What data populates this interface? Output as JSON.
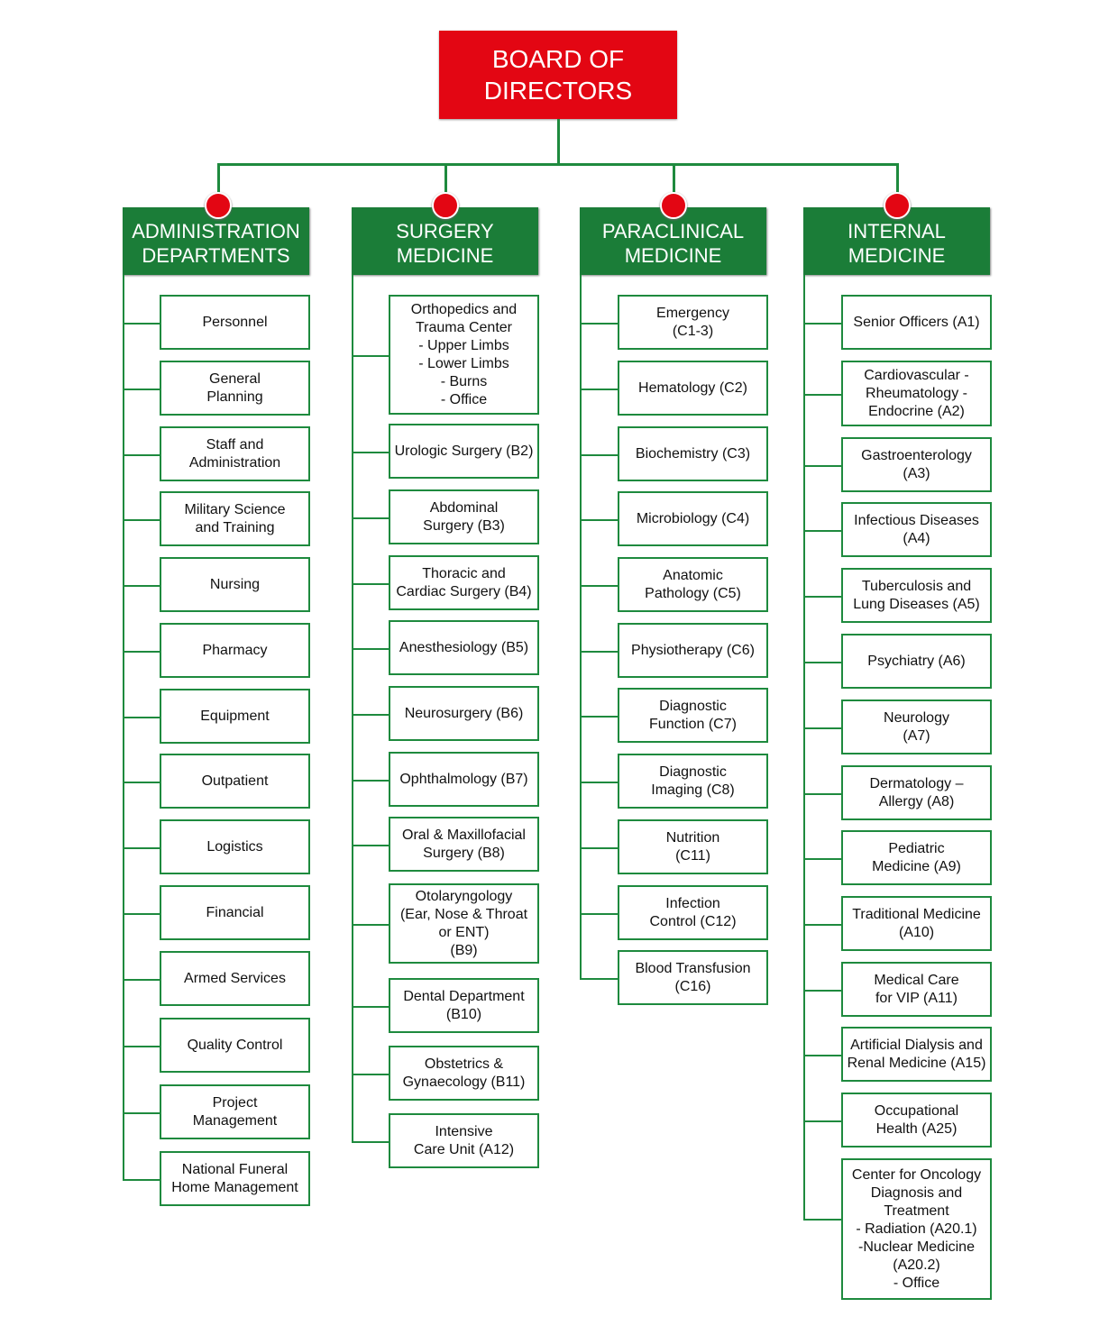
{
  "board": "BOARD OF\nDIRECTORS",
  "colors": {
    "board": "#e30613",
    "header": "#1b7d38",
    "line": "#1e8a3e"
  },
  "columns": [
    {
      "title": "ADMINISTRATION\nDEPARTMENTS",
      "items": [
        "Personnel",
        "General\nPlanning",
        "Staff and\nAdministration",
        "Military Science\nand Training",
        "Nursing",
        "Pharmacy",
        "Equipment",
        "Outpatient",
        "Logistics",
        "Financial",
        "Armed Services",
        "Quality Control",
        "Project\nManagement",
        "National Funeral\nHome Management"
      ]
    },
    {
      "title": "SURGERY\nMEDICINE",
      "items": [
        "Orthopedics and\nTrauma Center\n- Upper Limbs\n- Lower Limbs\n- Burns\n- Office",
        "Urologic Surgery (B2)",
        "Abdominal\nSurgery (B3)",
        "Thoracic and\nCardiac Surgery (B4)",
        "Anesthesiology (B5)",
        "Neurosurgery (B6)",
        "Ophthalmology (B7)",
        "Oral & Maxillofacial\nSurgery (B8)",
        "Otolaryngology\n(Ear, Nose & Throat\nor ENT)\n(B9)",
        "Dental Department\n(B10)",
        "Obstetrics &\nGynaecology (B11)",
        "Intensive\nCare Unit (A12)"
      ]
    },
    {
      "title": "PARACLINICAL\nMEDICINE",
      "items": [
        "Emergency\n(C1-3)",
        "Hematology (C2)",
        "Biochemistry (C3)",
        "Microbiology (C4)",
        "Anatomic\nPathology (C5)",
        "Physiotherapy (C6)",
        "Diagnostic\nFunction (C7)",
        "Diagnostic\nImaging (C8)",
        "Nutrition\n(C11)",
        "Infection\nControl (C12)",
        "Blood Transfusion\n(C16)"
      ]
    },
    {
      "title": "INTERNAL\nMEDICINE",
      "items": [
        "Senior Officers (A1)",
        "Cardiovascular -\nRheumatology -\nEndocrine (A2)",
        "Gastroenterology\n(A3)",
        "Infectious Diseases\n(A4)",
        "Tuberculosis and\nLung Diseases (A5)",
        "Psychiatry (A6)",
        "Neurology\n(A7)",
        "Dermatology –\nAllergy (A8)",
        "Pediatric\nMedicine (A9)",
        "Traditional Medicine\n(A10)",
        "Medical Care\nfor VIP (A11)",
        "Artificial Dialysis and\nRenal Medicine (A15)",
        "Occupational\nHealth (A25)",
        "Center for Oncology\nDiagnosis and\nTreatment\n- Radiation (A20.1)\n-Nuclear Medicine\n (A20.2)\n- Office"
      ]
    }
  ]
}
